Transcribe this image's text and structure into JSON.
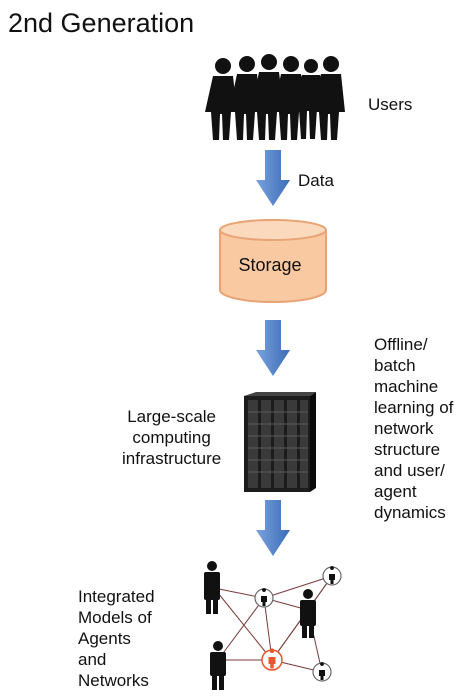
{
  "title": "2nd Generation",
  "labels": {
    "users": "Users",
    "data": "Data",
    "storage": "Storage",
    "compute_lines": [
      "Large-scale",
      "computing",
      "infrastructure"
    ],
    "offline_lines": [
      "Offline/",
      "batch",
      "machine",
      "learning of",
      "network",
      "structure",
      "and user/",
      "agent",
      "dynamics"
    ],
    "models_lines": [
      "Integrated",
      "Models of",
      "Agents",
      "and",
      "Networks"
    ]
  },
  "colors": {
    "arrow": "#4f7fc4",
    "storage_fill": "#f9c9a2",
    "storage_stroke": "#e8a477",
    "people": "#111111",
    "highlight_node": "#e8562d",
    "edge": "#7a3a3a"
  },
  "icons": [
    "people-silhouette-icon",
    "database-cylinder-icon",
    "server-rack-icon",
    "person-node-icon"
  ]
}
